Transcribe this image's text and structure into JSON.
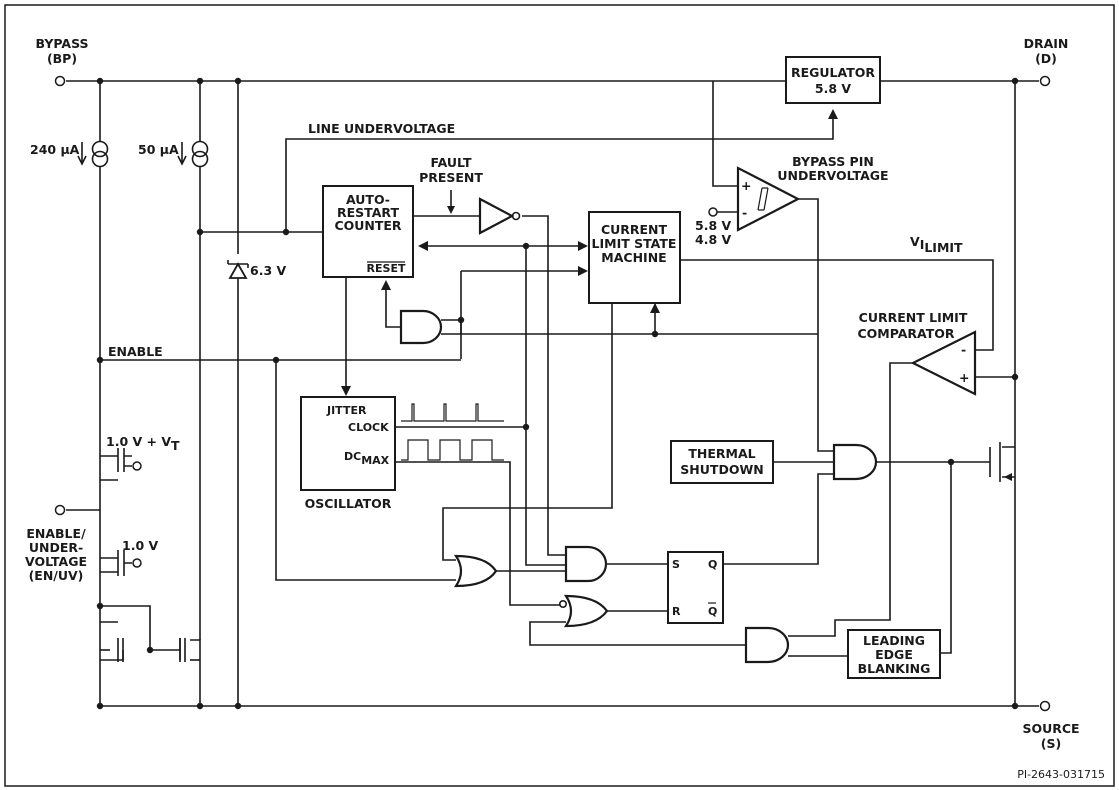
{
  "pins": {
    "bypass": [
      "BYPASS",
      "(BP)"
    ],
    "drain": [
      "DRAIN",
      "(D)"
    ],
    "source": [
      "SOURCE",
      "(S)"
    ],
    "enable": [
      "ENABLE/",
      "UNDER-",
      "VOLTAGE",
      "(EN/UV)"
    ]
  },
  "currents": {
    "i1_value": "240 ",
    "i2_value": "50 ",
    "unit": "µA"
  },
  "blocks": {
    "regulator": [
      "REGULATOR",
      "5.8 V"
    ],
    "counter": [
      "AUTO-",
      "RESTART",
      "COUNTER"
    ],
    "counter_reset": "RESET",
    "state_machine": [
      "CURRENT",
      "LIMIT STATE",
      "MACHINE"
    ],
    "thermal": [
      "THERMAL",
      "SHUTDOWN"
    ],
    "leb": [
      "LEADING",
      "EDGE",
      "BLANKING"
    ],
    "oscillator": "OSCILLATOR",
    "osc_jitter": "JITTER",
    "osc_clock": "CLOCK",
    "osc_dc": "DC",
    "osc_dc_sub": "MAX",
    "flipflop": {
      "s": "S",
      "r": "R",
      "q": "Q",
      "qbar": "Q"
    }
  },
  "labels": {
    "line_uv": "LINE UNDERVOLTAGE",
    "fault": [
      "FAULT",
      "PRESENT"
    ],
    "bp_uv": [
      "BYPASS PIN",
      "UNDERVOLTAGE"
    ],
    "bp_thresholds": [
      "5.8 V",
      "4.8 V"
    ],
    "vilimit_v": "V",
    "vilimit_i": "I",
    "vilimit_sub": "LIMIT",
    "cl_comp": [
      "CURRENT LIMIT",
      "COMPARATOR"
    ],
    "enable_net": "ENABLE",
    "zener": "6.3 V",
    "vt_main": "1.0 V + V",
    "vt_sub": "T",
    "v1": "1.0 V",
    "plus": "+",
    "minus": "-"
  },
  "footer_id": "PI-2643-031715"
}
